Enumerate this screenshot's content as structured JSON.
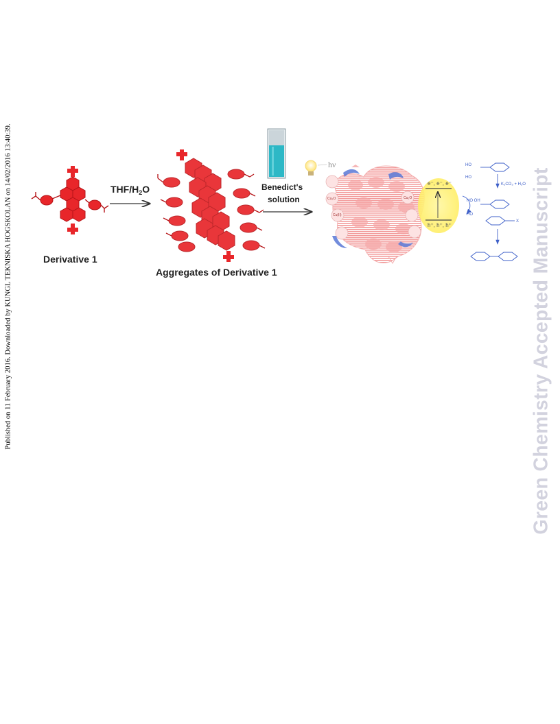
{
  "side_note": "Published on 11 February 2016. Downloaded by KUNGL TEKNISKA HOGSKOLAN on 14/02/2016 13:40:39.",
  "watermark": "Green Chemistry Accepted Manuscript",
  "figure": {
    "derivative_label": "Derivative 1",
    "step1_label": "THF/H",
    "step1_sub": "2",
    "step1_tail": "O",
    "aggregates_label": "Aggregates of Derivative 1",
    "benedict_line1": "Benedict's",
    "benedict_line2": "solution",
    "light_label": "hν",
    "band_top": "e⁻, e⁻, e⁻",
    "band_bottom": "h⁺, h⁺, h⁺",
    "cu_label": "Cu₂O",
    "cuii_label": "Cu(II)",
    "reagent_label": "K₂CO₃ + H₂O",
    "boronic_ho": "HO",
    "boronic_b": "B",
    "boronic_oh": "OH",
    "halide_x": "X"
  },
  "colors": {
    "molecule_red": "#e8262a",
    "molecule_dark": "#b51418",
    "cuvette_liquid": "#2db8c6",
    "glow_yellow": "#ffee66",
    "pale_red": "#f6a6a6",
    "chem_blue": "#3d5fc8",
    "watermark": "#d2d2de"
  }
}
